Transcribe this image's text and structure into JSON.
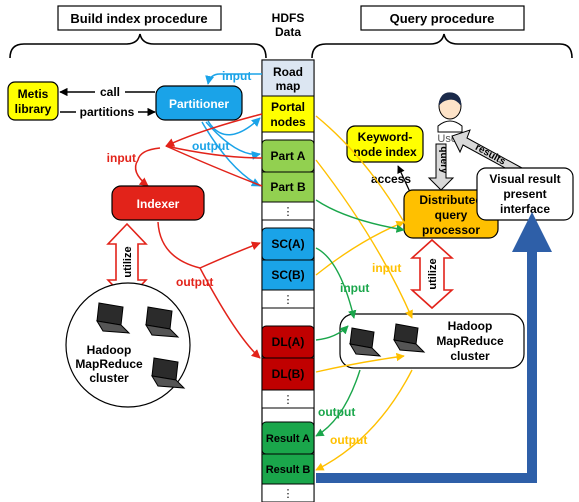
{
  "headers": {
    "build": "Build index procedure",
    "query": "Query procedure",
    "hdfs_line1": "HDFS",
    "hdfs_line2": "Data"
  },
  "hdfs_blocks": {
    "road_map_1": "Road",
    "road_map_2": "map",
    "portal_1": "Portal",
    "portal_2": "nodes",
    "part_a": "Part A",
    "part_b": "Part B",
    "sc_a": "SC(A)",
    "sc_b": "SC(B)",
    "dl_a": "DL(A)",
    "dl_b": "DL(B)",
    "result_a": "Result A",
    "result_b": "Result B",
    "ellipsis": "⋮"
  },
  "build": {
    "metis_1": "Metis",
    "metis_2": "library",
    "partitioner": "Partitioner",
    "indexer": "Indexer",
    "call": "call",
    "partitions": "partitions",
    "input_blue": "input",
    "output_blue": "output",
    "input_red": "input",
    "output_red": "output",
    "utilize": "utilize",
    "cluster_1": "Hadoop",
    "cluster_2": "MapReduce",
    "cluster_3": "cluster"
  },
  "query": {
    "keyword_1": "Keyword-",
    "keyword_2": "node index",
    "access": "access",
    "dqp_1": "Distributed",
    "dqp_2": "query",
    "dqp_3": "processor",
    "user": "User",
    "query_label": "query",
    "results_label": "results",
    "visual_1": "Visual result",
    "visual_2": "present",
    "visual_3": "interface",
    "input_yellow": "input",
    "input_green": "input",
    "output_green": "output",
    "output_yellow": "output",
    "utilize": "utilize",
    "cluster_1": "Hadoop",
    "cluster_2": "MapReduce",
    "cluster_3": "cluster"
  },
  "colors": {
    "blue": "#1aa3e8",
    "red": "#e2231a",
    "green": "#1aa64b",
    "yellow": "#ffc000",
    "navy": "#2e5fa8",
    "light_green": "#92d050",
    "dark_red": "#c00000",
    "yellow_box": "#ffff00"
  }
}
